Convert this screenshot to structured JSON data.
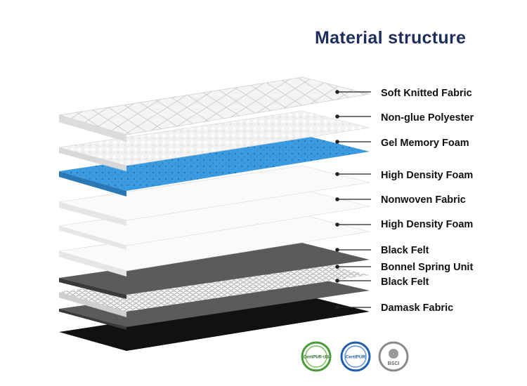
{
  "title": "Material structure",
  "layers": [
    {
      "label": "Soft Knitted Fabric"
    },
    {
      "label": "Non-glue Polyester"
    },
    {
      "label": "Gel Memory Foam"
    },
    {
      "label": "High Density Foam"
    },
    {
      "label": "Nonwoven Fabric"
    },
    {
      "label": "High Density Foam"
    },
    {
      "label": "Black Felt"
    },
    {
      "label": "Bonnel Spring Unit"
    },
    {
      "label": "Black Felt"
    },
    {
      "label": "Damask Fabric"
    }
  ],
  "certifications": [
    {
      "icon": "certipur-us-badge",
      "text": "CertiPUR-US",
      "color": "#4a9a3a"
    },
    {
      "icon": "certipur-badge",
      "text": "CertiPUR",
      "color": "#1f5fae"
    },
    {
      "icon": "bsci-badge",
      "text": "BSCI",
      "color": "#8a8a8a"
    }
  ],
  "colors": {
    "title": "#1f2d5c",
    "gel_foam": "#3a9be0",
    "black_felt": "#555555",
    "damask": "#111111"
  }
}
